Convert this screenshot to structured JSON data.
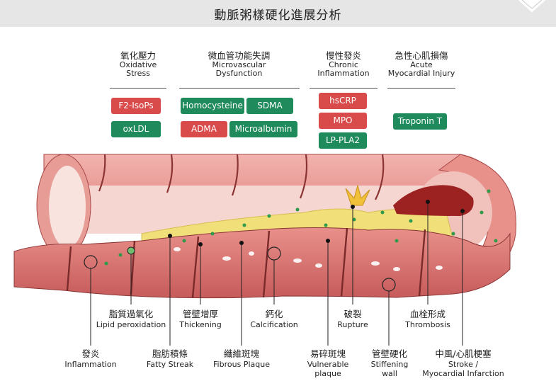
{
  "header": {
    "title": "動脈粥樣硬化進展分析"
  },
  "categories": [
    {
      "zh": "氧化壓力",
      "en1": "Oxidative",
      "en2": "Stress"
    },
    {
      "zh": "微血管功能失調",
      "en1": "Microvascular",
      "en2": "Dysfunction"
    },
    {
      "zh": "慢性發炎",
      "en1": "Chronic",
      "en2": "Inflammation"
    },
    {
      "zh": "急性心肌損傷",
      "en1": "Acute",
      "en2": "Myocardial Injury"
    }
  ],
  "markers": {
    "f2isops": "F2-IsoPs",
    "oxldl": "oxLDL",
    "homocysteine": "Homocysteine",
    "sdma": "SDMA",
    "adma": "ADMA",
    "microalbumin": "Microalbumin",
    "hscrp": "hsCRP",
    "mpo": "MPO",
    "lppla2": "LP-PLA2",
    "troponin": "Troponin T"
  },
  "colors": {
    "marker_red": "#d94a4a",
    "marker_green": "#1f8a5b",
    "artery": "#e58b8b",
    "plaque": "#f1df7a"
  },
  "stages": {
    "inflammation": {
      "zh": "發炎",
      "en": "Inflammation"
    },
    "lipid": {
      "zh": "脂質過氧化",
      "en": "Lipid peroxidation"
    },
    "fatty": {
      "zh": "脂肪積條",
      "en": "Fatty Streak"
    },
    "thickening": {
      "zh": "管壁增厚",
      "en": "Thickening"
    },
    "fibrous": {
      "zh": "纖維斑塊",
      "en": "Fibrous Plaque"
    },
    "calcification": {
      "zh": "鈣化",
      "en": "Calcification"
    },
    "vulnerable": {
      "zh": "易碎斑塊",
      "en1": "Vulnerable",
      "en2": "plaque"
    },
    "rupture": {
      "zh": "破裂",
      "en": "Rupture"
    },
    "stiffening": {
      "zh": "管壁硬化",
      "en1": "Stiffening",
      "en2": "wall"
    },
    "thrombosis": {
      "zh": "血栓形成",
      "en": "Thrombosis"
    },
    "stroke": {
      "zh": "中風/心肌梗塞",
      "en1": "Stroke /",
      "en2": "Myocardial Infarction"
    }
  }
}
